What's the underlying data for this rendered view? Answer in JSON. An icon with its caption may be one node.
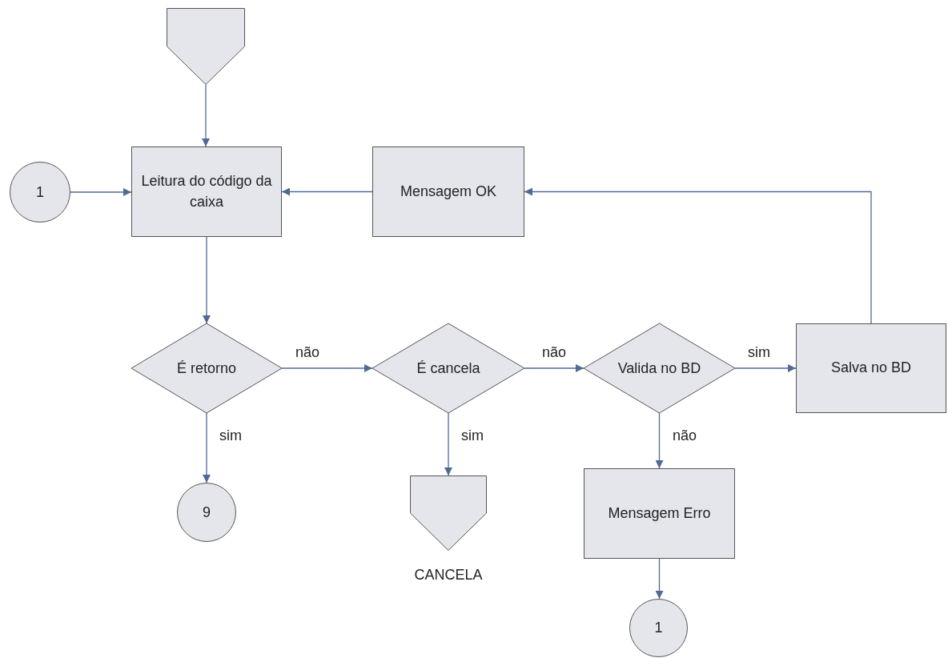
{
  "diagram": {
    "nodes": [
      {
        "text": [],
        "shape": "pentagon"
      },
      {
        "text": [
          "1"
        ]
      },
      {
        "text": [
          "Leitura do código da caixa"
        ]
      },
      {
        "text": [
          "Mensagem OK"
        ]
      },
      {
        "text": [
          "É retorno"
        ]
      },
      {
        "text": [
          "É cancela"
        ]
      },
      {
        "text": [
          "Valida no BD"
        ]
      },
      {
        "text": [
          "Salva no BD"
        ]
      },
      {
        "text": [
          "9"
        ]
      },
      {
        "text": [],
        "shape": "pentagon",
        "beside": [
          "CANCELA"
        ]
      },
      {
        "text": [
          "Mensagem Erro"
        ]
      },
      {
        "text": [
          "1"
        ]
      }
    ],
    "edges": [
      {
        "from": 0,
        "to": 2,
        "arrow": "to"
      },
      {
        "from": 1,
        "to": 2,
        "arrow": "to"
      },
      {
        "from": 3,
        "to": 2,
        "arrow": "to"
      },
      {
        "from": 2,
        "to": 4,
        "arrow": "to"
      },
      {
        "from": 4,
        "to": 5,
        "arrow": "to",
        "label": "não"
      },
      {
        "from": 5,
        "to": 6,
        "arrow": "to",
        "label": "não"
      },
      {
        "from": 6,
        "to": 7,
        "arrow": "to",
        "label": "sim"
      },
      {
        "from": 7,
        "to": 3,
        "arrow": "to"
      },
      {
        "from": 4,
        "to": 8,
        "arrow": "to",
        "label": "sim"
      },
      {
        "from": 5,
        "to": 9,
        "arrow": "to",
        "label": "sim"
      },
      {
        "from": 6,
        "to": 10,
        "arrow": "to",
        "label": "não"
      },
      {
        "from": 10,
        "to": 11,
        "arrow": "to"
      }
    ]
  }
}
